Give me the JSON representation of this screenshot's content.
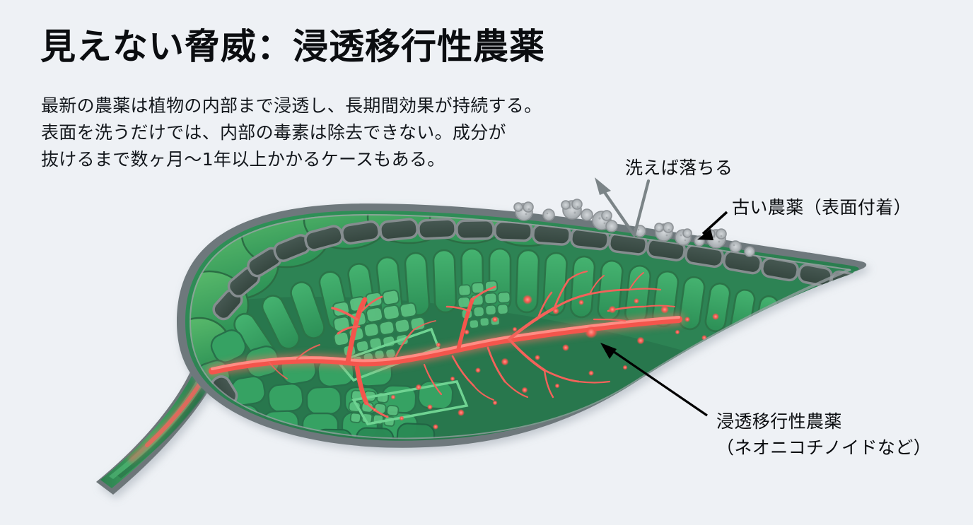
{
  "page": {
    "background_color": "#eef1f5",
    "title": "見えない脅威：浸透移行性農薬",
    "body_text": "最新の農薬は植物の内部まで浸透し、長期間効果が持続する。\n表面を洗うだけでは、内部の毒素は除去できない。成分が\n抜けるまで数ヶ月〜1年以上かかるケースもある。"
  },
  "callouts": {
    "wash_off": {
      "label": "洗えば落ちる",
      "arrow_color": "#7a8285",
      "arrow_style": "bounce-v-arrow-up-left"
    },
    "old_pesticide": {
      "label": "古い農薬（表面付着）",
      "arrow_color": "#000000",
      "arrow_style": "straight-arrow-down-left"
    },
    "systemic_pesticide": {
      "label": "浸透移行性農薬\n（ネオニコチノイドなど）",
      "arrow_color": "#000000",
      "arrow_style": "straight-arrow-up-left"
    }
  },
  "diagram": {
    "name": "leaf-cross-section",
    "colors": {
      "epidermis_dark": "#3d4f4a",
      "epidermis_outline": "#7b8486",
      "palisade_green": "#2f9e5e",
      "palisade_light": "#4cb873",
      "mesophyll_dark": "#2c7a52",
      "leaf_body": "#2e8b57",
      "bright_lobe": "#46ad5e",
      "vein_red": "#f4625a",
      "vein_red_light": "#ff8f86",
      "granule_gray": "#b9bdc0",
      "granule_outline": "#8d9296",
      "outline": "#5c6669"
    },
    "parts": [
      {
        "name": "upper-epidermis",
        "description": "dark rounded cells along upper surface"
      },
      {
        "name": "lower-epidermis",
        "description": "dark rounded cells along lower surface"
      },
      {
        "name": "palisade-mesophyll",
        "description": "column of tall green cells under upper epidermis"
      },
      {
        "name": "spongy-mesophyll",
        "description": "irregular rounded green cells"
      },
      {
        "name": "vascular-bundle",
        "description": "small packed cells around veins"
      },
      {
        "name": "midrib-vein",
        "description": "red main vein carrying systemic pesticide"
      },
      {
        "name": "vein-branches",
        "description": "red branching capillaries"
      },
      {
        "name": "pesticide-dots",
        "description": "red glowing droplets inside tissue"
      },
      {
        "name": "surface-granules",
        "description": "gray granular clumps on upper surface"
      },
      {
        "name": "petiole",
        "description": "curved leaf stalk at lower left"
      }
    ],
    "surface_granule_count": 13,
    "pesticide_dot_count": 34
  }
}
